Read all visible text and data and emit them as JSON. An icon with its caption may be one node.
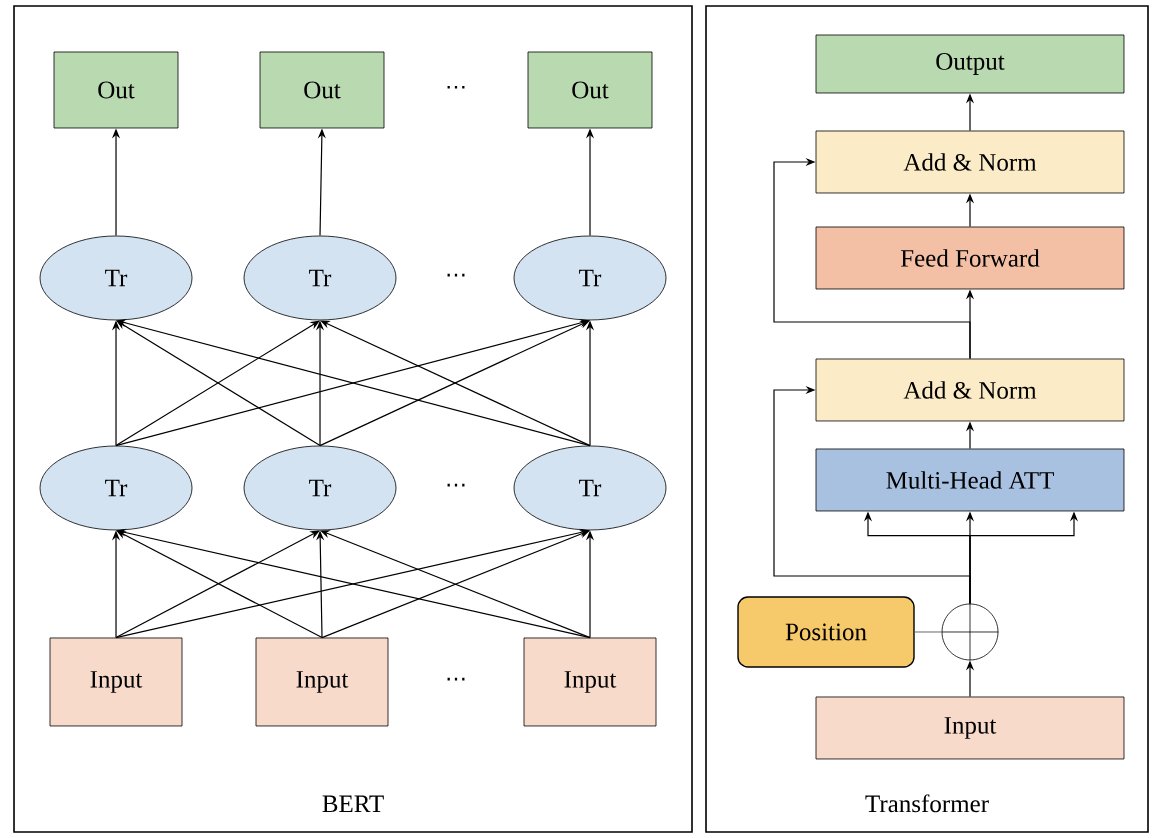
{
  "diagram": {
    "nodes": [
      {
        "text": [
          "BERT"
        ]
      },
      {
        "text": [
          "Out"
        ],
        "in": 0
      },
      {
        "text": [
          "Out"
        ],
        "in": 0
      },
      {
        "text": [
          "Out"
        ],
        "in": 0
      },
      {
        "text": [
          "Tr"
        ],
        "in": 0
      },
      {
        "text": [
          "Tr"
        ],
        "in": 0
      },
      {
        "text": [
          "Tr"
        ],
        "in": 0
      },
      {
        "text": [
          "Tr"
        ],
        "in": 0
      },
      {
        "text": [
          "Tr"
        ],
        "in": 0
      },
      {
        "text": [
          "Tr"
        ],
        "in": 0
      },
      {
        "text": [
          "Input"
        ],
        "in": 0
      },
      {
        "text": [
          "Input"
        ],
        "in": 0
      },
      {
        "text": [
          "Input"
        ],
        "in": 0
      },
      {
        "text": [
          "Transformer"
        ]
      },
      {
        "text": [
          "Output"
        ],
        "in": 13
      },
      {
        "text": [
          "Add & Norm"
        ],
        "in": 13
      },
      {
        "text": [
          "Feed Forward"
        ],
        "in": 13
      },
      {
        "text": [
          "Add & Norm"
        ],
        "in": 13
      },
      {
        "text": [
          "Multi-Head ATT"
        ],
        "in": 13
      },
      {
        "text": [
          "Position"
        ],
        "in": 13
      },
      {
        "text": [],
        "shape": "circle",
        "in": 13
      },
      {
        "text": [
          "Input"
        ],
        "in": 13
      }
    ],
    "edges": [
      {
        "from": 10,
        "to": 7,
        "arrow": "to"
      },
      {
        "from": 10,
        "to": 8,
        "arrow": "to"
      },
      {
        "from": 10,
        "to": 9,
        "arrow": "to"
      },
      {
        "from": 11,
        "to": 7,
        "arrow": "to"
      },
      {
        "from": 11,
        "to": 8,
        "arrow": "to"
      },
      {
        "from": 11,
        "to": 9,
        "arrow": "to"
      },
      {
        "from": 12,
        "to": 7,
        "arrow": "to"
      },
      {
        "from": 12,
        "to": 8,
        "arrow": "to"
      },
      {
        "from": 12,
        "to": 9,
        "arrow": "to"
      },
      {
        "from": 7,
        "to": 4,
        "arrow": "to"
      },
      {
        "from": 7,
        "to": 5,
        "arrow": "to"
      },
      {
        "from": 7,
        "to": 6,
        "arrow": "to"
      },
      {
        "from": 8,
        "to": 4,
        "arrow": "to"
      },
      {
        "from": 8,
        "to": 5,
        "arrow": "to"
      },
      {
        "from": 8,
        "to": 6,
        "arrow": "to"
      },
      {
        "from": 9,
        "to": 4,
        "arrow": "to"
      },
      {
        "from": 9,
        "to": 5,
        "arrow": "to"
      },
      {
        "from": 9,
        "to": 6,
        "arrow": "to"
      },
      {
        "from": 4,
        "to": 1,
        "arrow": "to"
      },
      {
        "from": 5,
        "to": 2,
        "arrow": "to"
      },
      {
        "from": 6,
        "to": 3,
        "arrow": "to"
      },
      {
        "from": 21,
        "to": 20,
        "arrow": "to"
      },
      {
        "from": 19,
        "to": 20,
        "arrow": "none",
        "color": "#808080"
      },
      {
        "from": 20,
        "to": 18,
        "arrow": "to"
      },
      {
        "from": 20,
        "to": 18,
        "arrow": "to"
      },
      {
        "from": 20,
        "to": 18,
        "arrow": "to"
      },
      {
        "from": 20,
        "to": 17,
        "arrow": "to"
      },
      {
        "from": 18,
        "to": 17,
        "arrow": "to"
      },
      {
        "from": 17,
        "to": 16,
        "arrow": "to"
      },
      {
        "from": 17,
        "to": 15,
        "arrow": "to"
      },
      {
        "from": 16,
        "to": 15,
        "arrow": "to"
      },
      {
        "from": 15,
        "to": 14,
        "arrow": "to"
      }
    ],
    "labels": [
      "⋯",
      "⋯",
      "⋯",
      "⋯"
    ]
  }
}
